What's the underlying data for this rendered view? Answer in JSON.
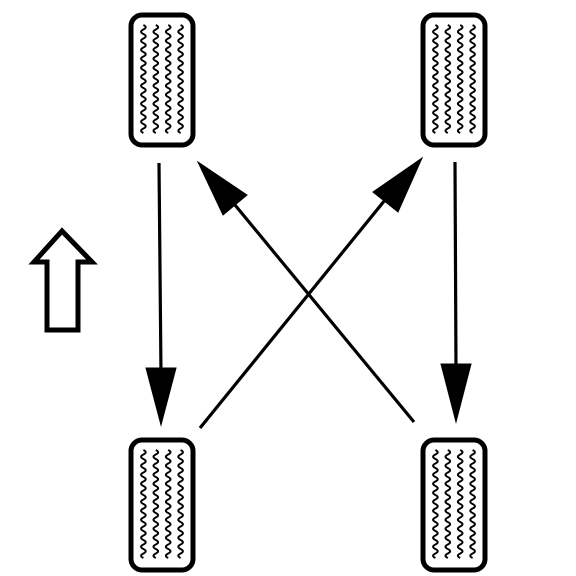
{
  "diagram": {
    "kind": "tire-rotation-pattern",
    "pattern": "x",
    "direction_indicator": "front-up-arrow-icon",
    "tires": [
      {
        "position": "front-left"
      },
      {
        "position": "front-right"
      },
      {
        "position": "rear-left"
      },
      {
        "position": "rear-right"
      }
    ],
    "rotations": [
      {
        "from": "front-left",
        "to": "rear-left"
      },
      {
        "from": "front-right",
        "to": "rear-right"
      },
      {
        "from": "rear-left",
        "to": "front-right"
      },
      {
        "from": "rear-right",
        "to": "front-left"
      }
    ],
    "colors": {
      "ink": "#000000",
      "background": "#ffffff"
    }
  }
}
